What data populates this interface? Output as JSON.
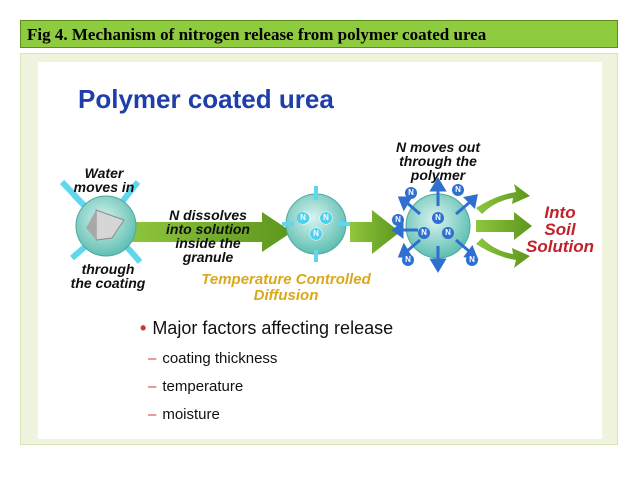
{
  "caption": "Fig 4. Mechanism of nitrogen release from polymer coated  urea",
  "slide": {
    "heading": "Polymer coated urea",
    "labels": {
      "water_moves_in": "Water\nmoves in",
      "through_coating": "through\nthe coating",
      "n_dissolves": "N dissolves\ninto solution\ninside the\ngranule",
      "n_moves_out": "N moves out\nthrough the\npolymer",
      "into_soil": "Into\nSoil\nSolution",
      "temp_diffusion": "Temperature Controlled\nDiffusion",
      "n_symbol": "N"
    },
    "bullet": "Major factors affecting release",
    "factors": [
      "coating thickness",
      "temperature",
      "moisture"
    ]
  },
  "colors": {
    "title_bar": "#8ecb3f",
    "heading_blue": "#1f3ea8",
    "arrow_green": "#6aa121",
    "granule_teal": "#7fd0c4",
    "water_cyan": "#5fd7ef",
    "n_blue": "#2f6fd0",
    "soil_red": "#c0222b",
    "diffusion_gold": "#d9a81c"
  }
}
